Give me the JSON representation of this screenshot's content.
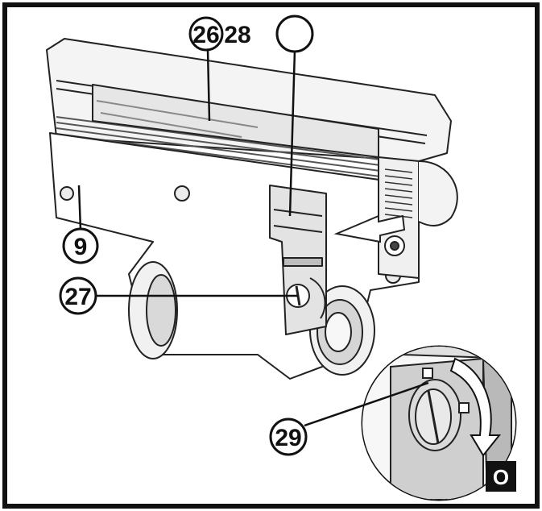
{
  "figure": {
    "callouts": [
      {
        "id": "c26",
        "label": "26"
      },
      {
        "id": "c28",
        "label": "28"
      },
      {
        "id": "cblank",
        "label": ""
      },
      {
        "id": "c9",
        "label": "9"
      },
      {
        "id": "c27",
        "label": "27"
      },
      {
        "id": "c29",
        "label": "29"
      }
    ],
    "inset_label": "O"
  }
}
